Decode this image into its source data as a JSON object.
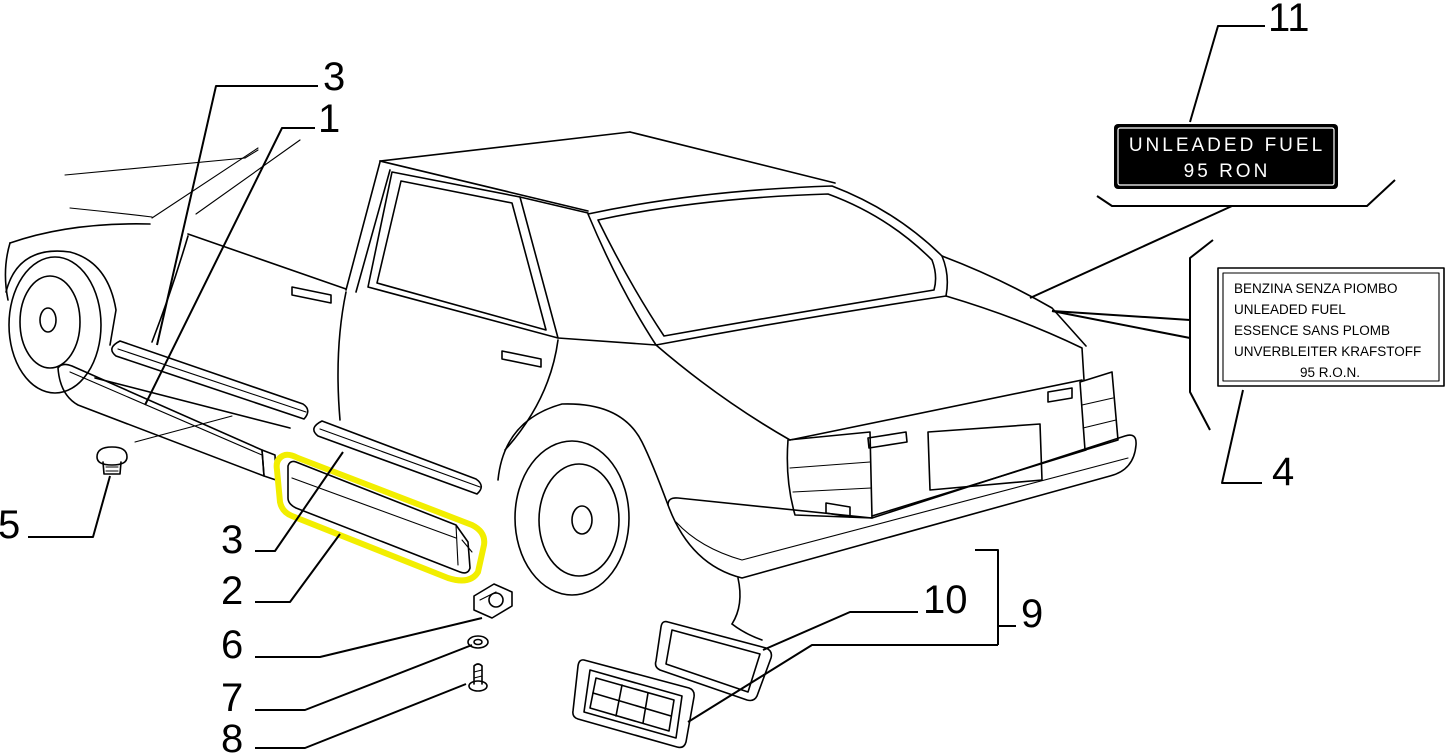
{
  "callouts": {
    "part_11": "11",
    "part_3_upper": "3",
    "part_1": "1",
    "part_5": "5",
    "part_3_lower": "3",
    "part_2": "2",
    "part_6": "6",
    "part_7": "7",
    "part_8": "8",
    "part_10": "10",
    "part_9": "9",
    "part_4": "4"
  },
  "decal_11": {
    "line1": "UNLEADED FUEL",
    "line2": "95 RON"
  },
  "decal_4": {
    "lines": [
      "BENZINA SENZA PIOMBO",
      "UNLEADED FUEL",
      "ESSENCE SANS PLOMB",
      "UNVERBLEITER KRAFSTOFF",
      "95 R.O.N."
    ]
  },
  "colors": {
    "highlight": "#f2ee00",
    "linework": "#000000",
    "decal_background": "#000000"
  }
}
